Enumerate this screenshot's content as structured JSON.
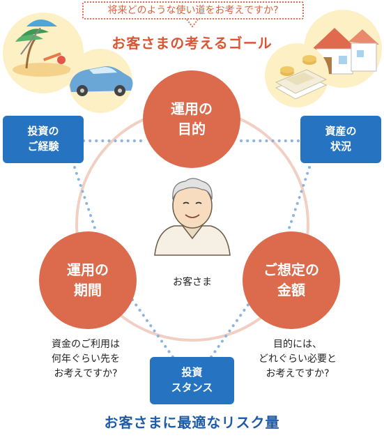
{
  "header": {
    "question": "将来どのような使い道をお考えですか?",
    "goal_title": "お客さまの考えるゴール"
  },
  "center": {
    "label": "お客さま"
  },
  "circles": {
    "purpose": "運用の\n目的",
    "period": "運用の\n期間",
    "amount": "ご想定の\n金額"
  },
  "boxes": {
    "experience": "投資の\nご経験",
    "assets": "資産の\n状況",
    "stance": "投資\nスタンス"
  },
  "notes": {
    "period": "資金のご利用は\n何年ぐらい先を\nお考えですか?",
    "amount": "目的には、\nどれぐらい必要と\nお考えですか?"
  },
  "footer": {
    "title": "お客さまに最適なリスク量"
  },
  "colors": {
    "accent_orange": "#dc6a4c",
    "accent_blue": "#2674c1",
    "title_blue": "#1e5aa8",
    "cream": "#fdf0c4"
  },
  "icons": [
    "beach-chair-icon",
    "car-icon",
    "house-icon",
    "money-icon",
    "person-icon"
  ]
}
